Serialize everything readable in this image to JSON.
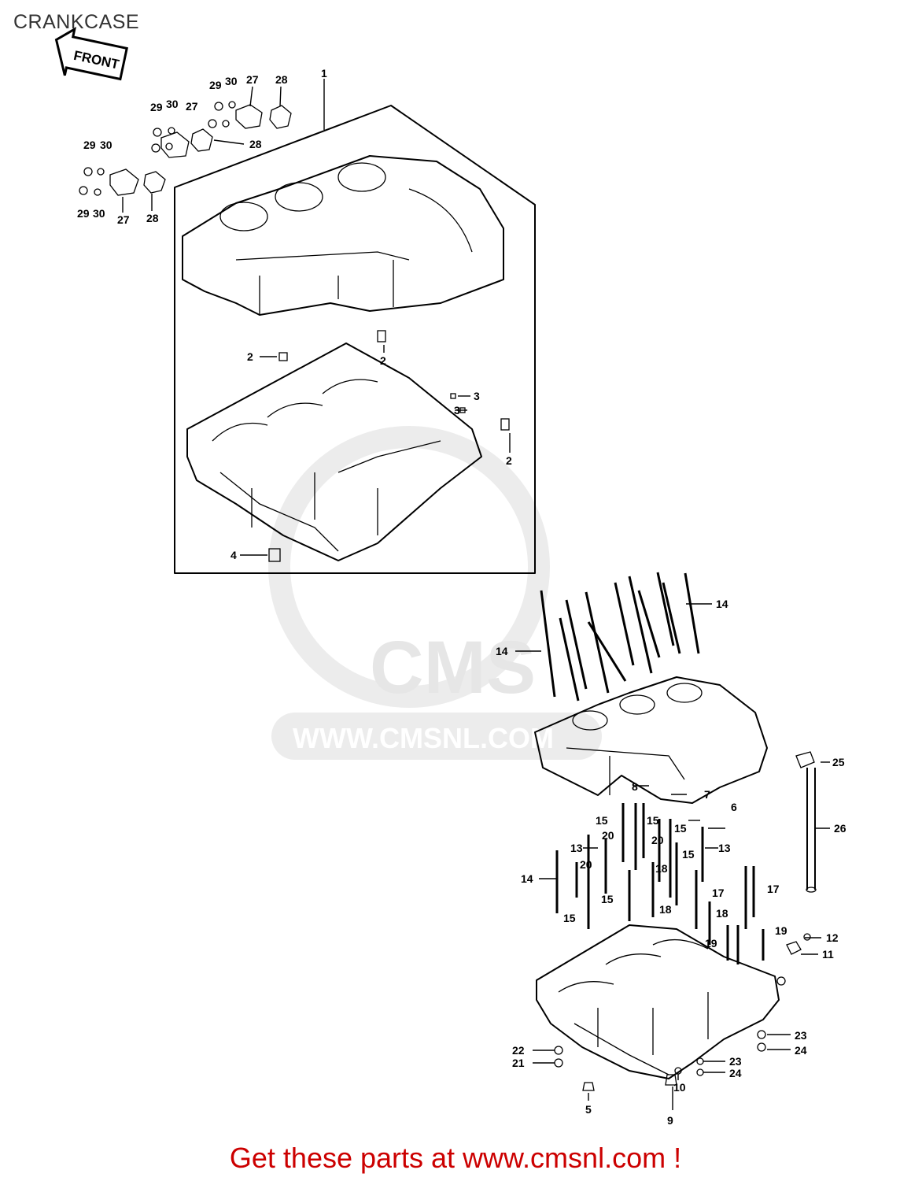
{
  "header": {
    "title": "CRANKCASE"
  },
  "front_arrow_label": "FRONT",
  "watermark": {
    "logo_text": "CMS",
    "url_text": "WWW.CMSNL.COM"
  },
  "callouts": {
    "c1": "1",
    "c2a": "2",
    "c2b": "2",
    "c2c": "2",
    "c3a": "3",
    "c3b": "3",
    "c4": "4",
    "c5": "5",
    "c6": "6",
    "c7": "7",
    "c8": "8",
    "c9": "9",
    "c10": "10",
    "c11": "11",
    "c12": "12",
    "c13a": "13",
    "c13b": "13",
    "c14a": "14",
    "c14b": "14",
    "c14c": "14",
    "c15a": "15",
    "c15b": "15",
    "c15c": "15",
    "c15d": "15",
    "c15e": "15",
    "c15f": "15",
    "c17a": "17",
    "c17b": "17",
    "c18a": "18",
    "c18b": "18",
    "c18c": "18",
    "c19a": "19",
    "c19b": "19",
    "c20a": "20",
    "c20b": "20",
    "c20c": "20",
    "c21": "21",
    "c22": "22",
    "c23a": "23",
    "c23b": "23",
    "c24a": "24",
    "c24b": "24",
    "c25": "25",
    "c26": "26",
    "c27a": "27",
    "c27b": "27",
    "c27c": "27",
    "c28a": "28",
    "c28b": "28",
    "c28c": "28",
    "c29a": "29",
    "c29b": "29",
    "c29c": "29",
    "c29d": "29",
    "c30a": "30",
    "c30b": "30",
    "c30c": "30",
    "c30d": "30"
  },
  "footer": {
    "text": "Get these parts at www.cmsnl.com !"
  }
}
